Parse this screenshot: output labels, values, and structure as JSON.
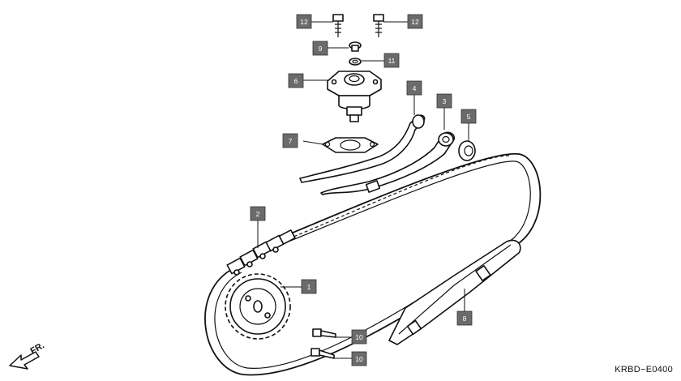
{
  "diagram": {
    "code": "KRBD−E0400",
    "front_label": "FR.",
    "callouts": [
      {
        "id": "c12a",
        "label": "12"
      },
      {
        "id": "c12b",
        "label": "12"
      },
      {
        "id": "c9",
        "label": "9"
      },
      {
        "id": "c11",
        "label": "11"
      },
      {
        "id": "c6",
        "label": "6"
      },
      {
        "id": "c4",
        "label": "4"
      },
      {
        "id": "c3",
        "label": "3"
      },
      {
        "id": "c5",
        "label": "5"
      },
      {
        "id": "c7",
        "label": "7"
      },
      {
        "id": "c2",
        "label": "2"
      },
      {
        "id": "c1",
        "label": "1"
      },
      {
        "id": "c8",
        "label": "8"
      },
      {
        "id": "c10a",
        "label": "10"
      },
      {
        "id": "c10b",
        "label": "10"
      }
    ]
  }
}
